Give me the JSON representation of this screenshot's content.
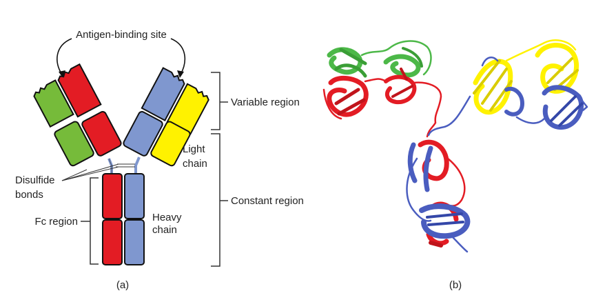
{
  "panel_a": {
    "antigen_binding_site": "Antigen-binding site",
    "variable_region": "Variable region",
    "constant_region": "Constant region",
    "light_chain_line1": "Light",
    "light_chain_line2": "chain",
    "heavy_chain_line1": "Heavy",
    "heavy_chain_line2": "chain",
    "disulfide_line1": "Disulfide",
    "disulfide_line2": "bonds",
    "fc_region": "Fc region",
    "caption": "(a)"
  },
  "panel_b": {
    "caption": "(b)"
  },
  "colors": {
    "heavy_red": "#e31c24",
    "heavy_blue": "#7f97cf",
    "light_green": "#76bb3a",
    "light_yellow": "#fff200",
    "ribbon_blue": "#4a5dbf",
    "ribbon_green": "#4cb848"
  }
}
